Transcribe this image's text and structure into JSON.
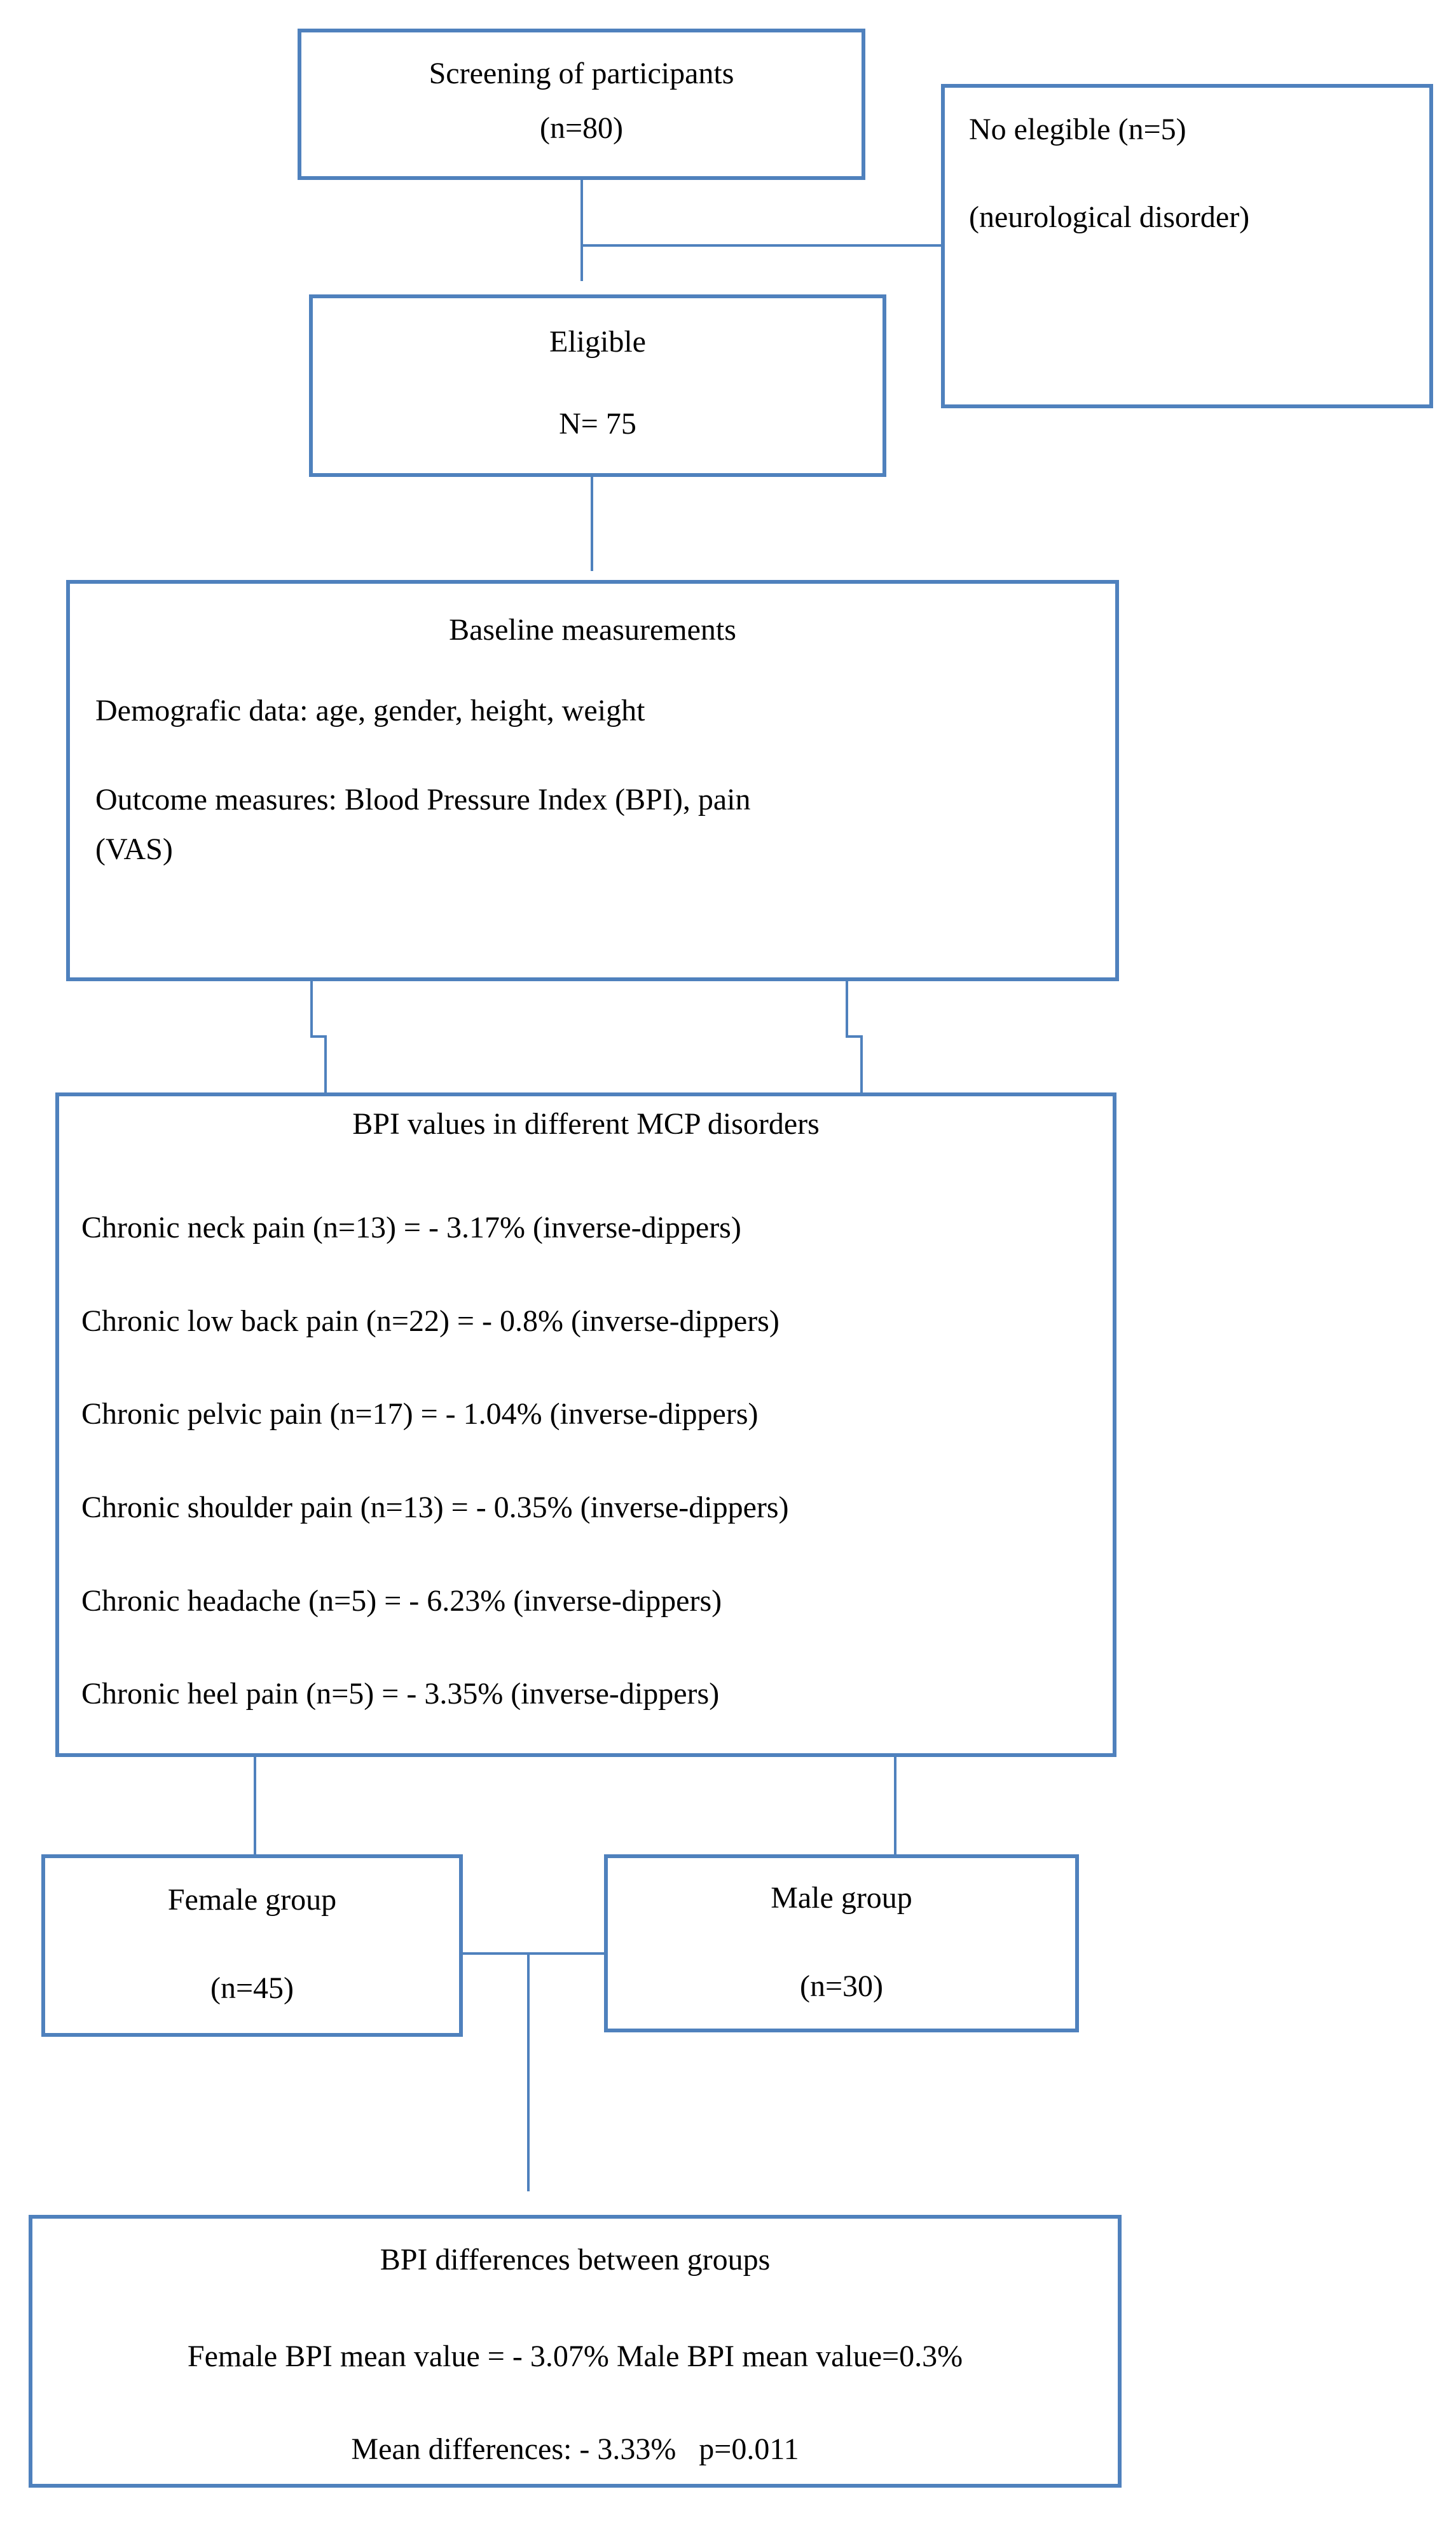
{
  "page": {
    "background_color": "#ffffff",
    "accent_color": "#4f81bd",
    "text_color": "#000000"
  },
  "flowchart": {
    "screening": {
      "line1": "Screening of participants",
      "line2": "(n=80)"
    },
    "not_eligible": {
      "line1": "No elegible (n=5)",
      "line2": "(neurological disorder)"
    },
    "eligible": {
      "line1": "Eligible",
      "line2": "N= 75"
    },
    "baseline": {
      "title": "Baseline measurements",
      "line1": "Demografic data: age, gender, height, weight",
      "line2": "Outcome measures: Blood Pressure Index (BPI), pain",
      "line3": "(VAS)"
    },
    "bpi_values": {
      "title": "BPI values in different MCP disorders",
      "line1": "Chronic neck pain (n=13) = - 3.17% (inverse-dippers)",
      "line2": "Chronic low back pain (n=22) = - 0.8% (inverse-dippers)",
      "line3": "Chronic pelvic pain (n=17) = - 1.04% (inverse-dippers)",
      "line4": "Chronic shoulder pain (n=13) = - 0.35% (inverse-dippers)",
      "line5": "Chronic headache (n=5) = - 6.23% (inverse-dippers)",
      "line6": "Chronic heel pain (n=5) = - 3.35% (inverse-dippers)"
    },
    "female_group": {
      "line1": "Female group",
      "line2": "(n=45)"
    },
    "male_group": {
      "line1": "Male group",
      "line2": "(n=30)"
    },
    "differences": {
      "title": "BPI differences between groups",
      "line1": "Female BPI mean value = - 3.07% Male BPI mean value=0.3%",
      "line2": "Mean differences: - 3.33%   p=0.011"
    }
  }
}
